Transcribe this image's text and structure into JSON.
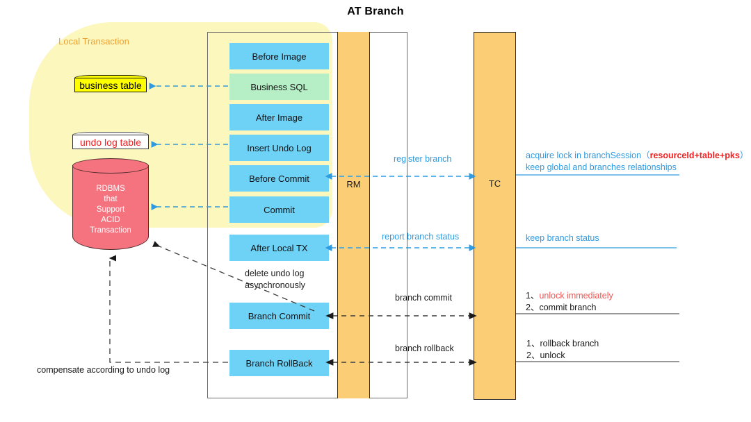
{
  "title": "AT Branch",
  "regions": {
    "local_transaction_label": "Local Transaction",
    "rm_label": "RM",
    "tc_label": "TC"
  },
  "datastores": [
    {
      "name": "business-table",
      "label": "business table",
      "fill": "#ffff00",
      "text_color": "#000000"
    },
    {
      "name": "undo-log-table",
      "label": "undo log table",
      "fill": "#ffffff",
      "text_color": "#ee2222"
    },
    {
      "name": "rdbms",
      "label": "RDBMS\nthat\nSupport\nACID\nTransaction",
      "fill": "#f4737f",
      "text_color": "#ffffff"
    }
  ],
  "rdbms_lines": [
    "RDBMS",
    "that",
    "Support",
    "ACID",
    "Transaction"
  ],
  "steps": [
    {
      "label": "Before Image",
      "color": "#6ed2f7"
    },
    {
      "label": "Business SQL",
      "color": "#b6efc6"
    },
    {
      "label": "After Image",
      "color": "#6ed2f7"
    },
    {
      "label": "Insert Undo Log",
      "color": "#6ed2f7"
    },
    {
      "label": "Before Commit",
      "color": "#6ed2f7"
    },
    {
      "label": "Commit",
      "color": "#6ed2f7"
    },
    {
      "label": "After Local TX",
      "color": "#6ed2f7"
    },
    {
      "label": "Branch Commit",
      "color": "#6ed2f7"
    },
    {
      "label": "Branch RollBack",
      "color": "#6ed2f7"
    }
  ],
  "flow_labels": {
    "register_branch": "register branch",
    "report_branch_status": "report branch status",
    "branch_commit": "branch commit",
    "branch_rollback": "branch rollback",
    "delete_undo_log_1": "delete undo log",
    "delete_undo_log_2": "asynchronously",
    "compensate": "compensate according to undo log"
  },
  "tc_annotations": {
    "register": {
      "line1_a": "acquire lock in branchSession（",
      "line1_b": "resourceId+table+pks",
      "line1_c": "）",
      "line2": "keep global and branches relationships"
    },
    "report": {
      "line1": "keep branch status"
    },
    "commit": {
      "line1_num": "1、",
      "line1_text": "unlock immediately",
      "line2_num": "2、",
      "line2_text": "commit branch"
    },
    "rollback": {
      "line1_num": "1、",
      "line1_text": "rollback branch",
      "line2_num": "2、",
      "line2_text": "unlock"
    }
  },
  "colors": {
    "blue_accent": "#2f9ae0",
    "orange_lane": "#fbce76",
    "yellow_blob": "#fbf7bd",
    "step_blue": "#6ed2f7",
    "step_green": "#b6efc6",
    "red": "#ee2222",
    "local_tx_orange": "#f0a030"
  }
}
